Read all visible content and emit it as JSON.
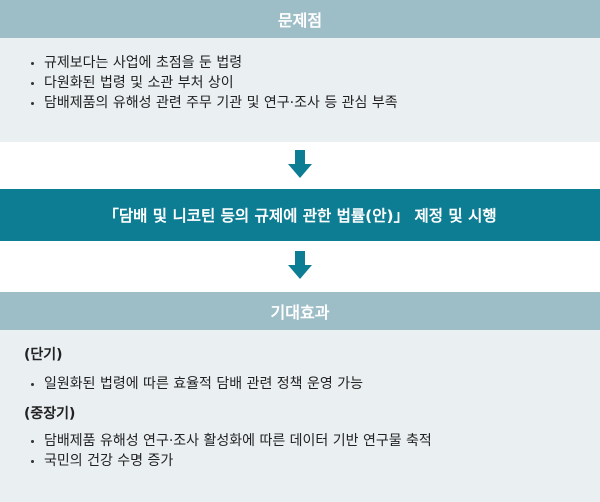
{
  "problems": {
    "title": "문제점",
    "items": [
      "규제보다는 사업에 초점을 둔 법령",
      "다원화된 법령 및 소관 부처 상이",
      "담배제품의 유해성 관련 주무 기관 및 연구·조사 등 관심 부족"
    ]
  },
  "action": {
    "label": "「담배 및 니코틴 등의 규제에 관한 법률(안)」 제정 및 시행"
  },
  "effects": {
    "title": "기대효과",
    "short_term": {
      "heading": "(단기)",
      "items": [
        "일원화된 법령에 따른 효율적 담배 관련 정책 운영 가능"
      ]
    },
    "mid_long_term": {
      "heading": "(중장기)",
      "items": [
        "담배제품 유해성 연구·조사 활성화에 따른 데이터 기반 연구물 축적",
        "국민의 건강 수명 증가"
      ]
    }
  },
  "colors": {
    "header_bg": "#9dbdc7",
    "panel_bg": "#eaeff1",
    "accent": "#0d7d93"
  },
  "icons": [
    "arrow-down-icon",
    "arrow-down-icon"
  ]
}
